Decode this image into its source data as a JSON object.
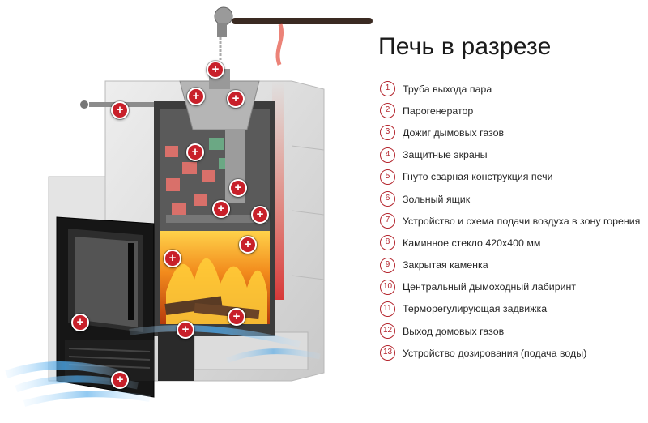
{
  "title": "Печь в разрезе",
  "legend": [
    {
      "num": "1",
      "label": "Труба выхода пара"
    },
    {
      "num": "2",
      "label": "Парогенератор"
    },
    {
      "num": "3",
      "label": "Дожиг дымовых газов"
    },
    {
      "num": "4",
      "label": "Защитные экраны"
    },
    {
      "num": "5",
      "label": "Гнуто сварная конструкция печи"
    },
    {
      "num": "6",
      "label": "Зольный ящик"
    },
    {
      "num": "7",
      "label": "Устройство и схема подачи воздуха в зону горения"
    },
    {
      "num": "8",
      "label": "Каминное стекло 420x400 мм"
    },
    {
      "num": "9",
      "label": "Закрытая каменка"
    },
    {
      "num": "10",
      "label": "Центральный дымоходный лабиринт"
    },
    {
      "num": "11",
      "label": "Терморегулирующая задвижка"
    },
    {
      "num": "12",
      "label": "Выход домовых газов"
    },
    {
      "num": "13",
      "label": "Устройство дозирования (подача воды)"
    }
  ],
  "hotspots": {
    "symbol": "+",
    "count": 14
  },
  "colors": {
    "accent": "#c8202a",
    "number_ring": "#b4262e",
    "text": "#262626",
    "flame": "#f28a1c",
    "airflow": "#4aa6e8"
  },
  "icons": [
    "plus-icon"
  ]
}
